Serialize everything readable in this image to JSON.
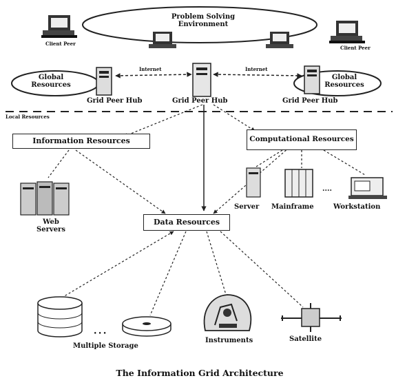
{
  "top": {
    "problem_solving_environment": "Problem Solving Environment",
    "client_peer_left": "Client Peer",
    "client_peer_right": "Client Peer"
  },
  "hubs": {
    "left": "Grid Peer Hub",
    "center": "Grid Peer Hub",
    "right": "Grid Peer Hub",
    "internet_left": "Internet",
    "internet_right": "Internet",
    "global_resources_left": "Global Resources",
    "global_resources_right": "Global Resources"
  },
  "local_resources": "Local Resources",
  "boxes": {
    "information_resources": "Information Resources",
    "computational_resources": "Computational Resources",
    "data_resources": "Data Resources"
  },
  "labels": {
    "web_servers": "Web Servers",
    "server": "Server",
    "mainframe": "Mainframe",
    "workstation": "Workstation",
    "ellipsis_compute": "....",
    "multiple_storage": "Multiple Storage",
    "ellipsis_storage": "• • •",
    "instruments": "Instruments",
    "satellite": "Satellite"
  },
  "caption": "The Information Grid Architecture"
}
